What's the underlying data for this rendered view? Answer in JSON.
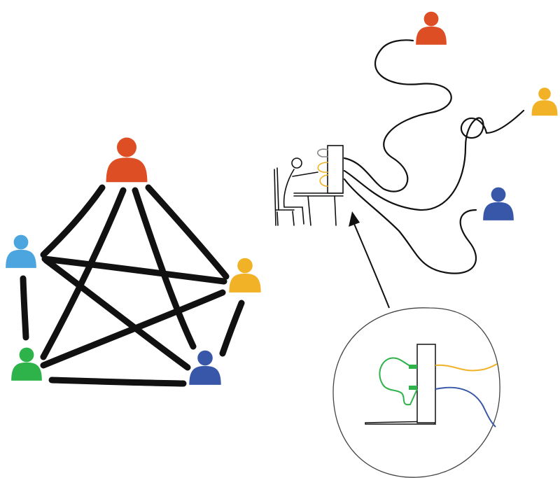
{
  "colors": {
    "orange": "#DD4E24",
    "blue_light": "#4CA5DE",
    "yellow": "#F1B228",
    "green": "#2EB24A",
    "blue_dark": "#3957A8",
    "ink": "#111111",
    "wire_gray": "#555555"
  },
  "icons": {
    "person": "person-icon",
    "desk": "desk-icon",
    "computer": "computer-icon",
    "chair": "chair-icon",
    "magnifier": "magnifier-circle"
  },
  "mesh_network": {
    "node_count": 5,
    "link_count": 10
  },
  "remote_setup": {
    "remote_user_count": 3,
    "zoom_wire_colors": [
      "green",
      "yellow",
      "blue"
    ]
  }
}
